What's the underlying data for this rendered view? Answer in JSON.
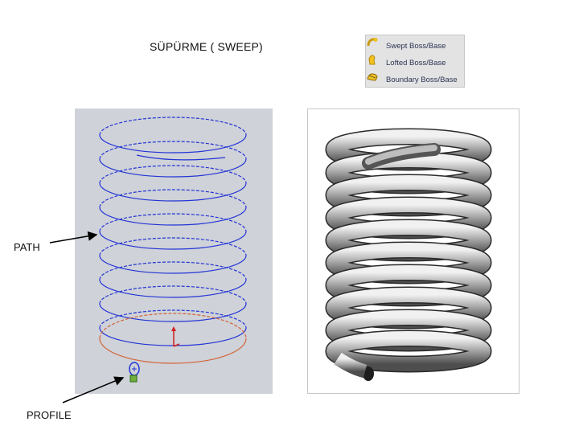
{
  "slide": {
    "title": "SÜPÜRME ( SWEEP)"
  },
  "menu": {
    "items": [
      {
        "label": "Swept Boss/Base",
        "icon": "swept-boss-icon"
      },
      {
        "label": "Lofted Boss/Base",
        "icon": "lofted-boss-icon"
      },
      {
        "label": "Boundary Boss/Base",
        "icon": "boundary-boss-icon"
      }
    ]
  },
  "labels": {
    "path": "PATH",
    "profile": "PROFILE"
  },
  "colors": {
    "helix": "#2234d6",
    "base_circle": "#d3643a",
    "spring": "#8a8a8a",
    "viewport_bg": "#cfd2d8"
  }
}
